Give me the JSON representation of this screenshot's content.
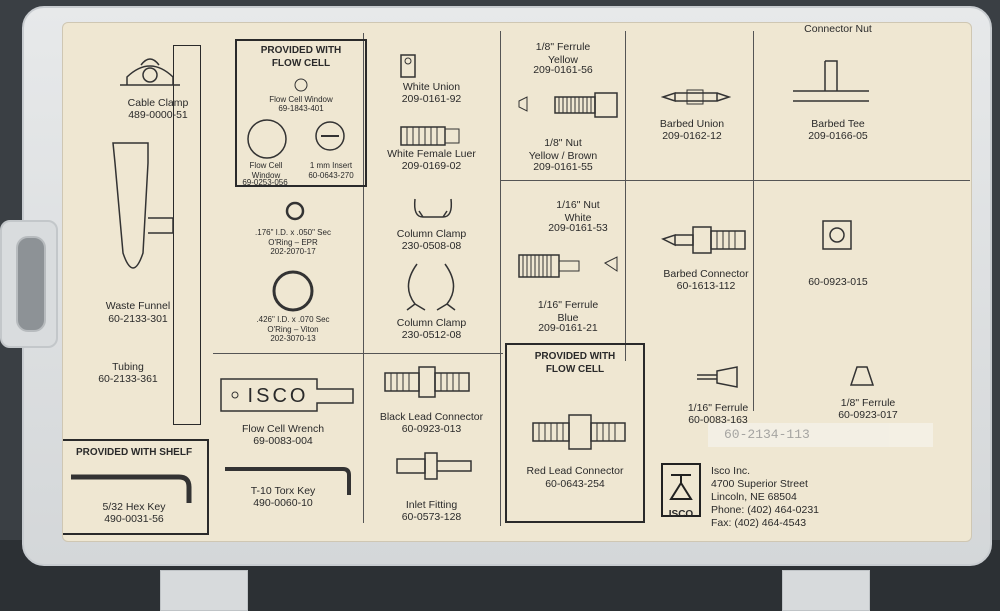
{
  "items": {
    "cable_clamp": {
      "name": "Cable Clamp",
      "part": "489-0000-51"
    },
    "waste_funnel": {
      "name": "Waste Funnel",
      "part": "60-2133-301"
    },
    "tubing": {
      "name": "Tubing",
      "part": "60-2133-361"
    },
    "flow_cell_box_header": "PROVIDED WITH\nFLOW CELL",
    "flow_cell_window_small": {
      "name": "Flow Cell Window",
      "part": "69-1843-401"
    },
    "flow_cell_window": {
      "name": "Flow Cell\nWindow",
      "part": "69-0253-056"
    },
    "insert": {
      "name": "1 mm Insert",
      "part": "60-0643-270"
    },
    "oring_epr": {
      "name": ".176\" I.D. x .050\" Sec\nO'Ring – EPR",
      "part": "202-2070-17"
    },
    "oring_viton": {
      "name": ".426\" I.D. x .070 Sec\nO'Ring – Viton",
      "part": "202-3070-13"
    },
    "white_union": {
      "name": "White Union",
      "part": "209-0161-92"
    },
    "white_female_luer": {
      "name": "White Female Luer",
      "part": "209-0169-02"
    },
    "column_clamp_1": {
      "name": "Column Clamp",
      "part": "230-0508-08"
    },
    "column_clamp_2": {
      "name": "Column Clamp",
      "part": "230-0512-08"
    },
    "ferrule_yellow": {
      "name": "1/8\" Ferrule\nYellow",
      "part": "209-0161-56"
    },
    "nut_yellow_brown": {
      "name": "1/8\" Nut\nYellow / Brown",
      "part": "209-0161-55"
    },
    "nut_white": {
      "name": "1/16\" Nut\nWhite",
      "part": "209-0161-53"
    },
    "ferrule_blue": {
      "name": "1/16\" Ferrule\nBlue",
      "part": "209-0161-21"
    },
    "barbed_union": {
      "name": "Barbed Union",
      "part": "209-0162-12"
    },
    "barbed_tee": {
      "name": "Barbed Tee",
      "part": "209-0166-05"
    },
    "barbed_connector": {
      "name": "Barbed Connector",
      "part": "60-1613-112"
    },
    "connector_nut": {
      "name": "Connector Nut",
      "part": "60-0923-015"
    },
    "flow_cell_wrench": {
      "name": "Flow Cell Wrench",
      "part": "69-0083-004",
      "logo": "ISCO"
    },
    "black_lead_connector": {
      "name": "Black Lead Connector",
      "part": "60-0923-013"
    },
    "inlet_fitting": {
      "name": "Inlet Fitting",
      "part": "60-0573-128"
    },
    "red_lead_box_header": "PROVIDED WITH\nFLOW CELL",
    "red_lead_connector": {
      "name": "Red Lead Connector",
      "part": "60-0643-254"
    },
    "ferrule_116": {
      "name": "1/16\" Ferrule",
      "part": "60-0083-163"
    },
    "ferrule_18": {
      "name": "1/8\" Ferrule",
      "part": "60-0923-017"
    },
    "shelf_box_header": "PROVIDED WITH SHELF",
    "hex_key": {
      "name": "5/32 Hex Key",
      "part": "490-0031-56"
    },
    "torx_key": {
      "name": "T-10 Torx Key",
      "part": "490-0060-10"
    }
  },
  "kit_sticker": "60-2134-113",
  "company": {
    "logo_text": "ISCO",
    "name": "Isco Inc.",
    "street": "4700 Superior Street",
    "city": "Lincoln, NE 68504",
    "phone": "Phone: (402) 464-0231",
    "fax": "Fax: (402) 464-4543"
  },
  "colors": {
    "card": "#efe7d2",
    "ink": "#2a2a2a",
    "case": "#e2e4e6"
  }
}
